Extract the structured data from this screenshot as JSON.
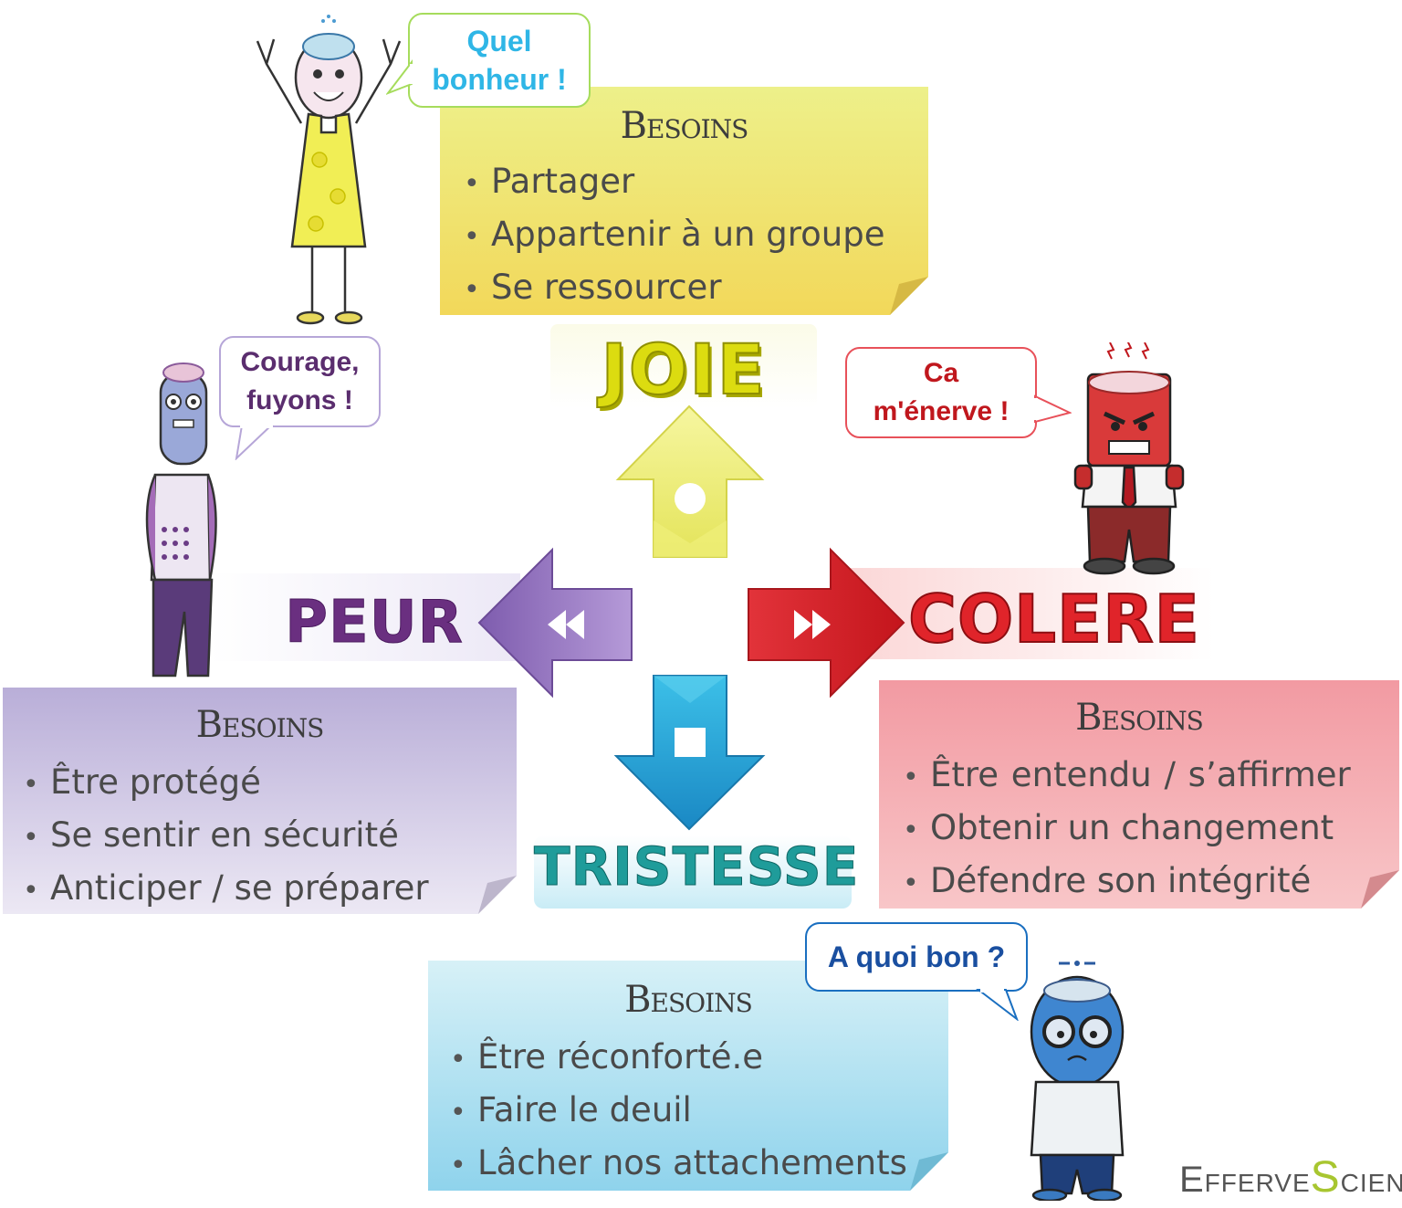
{
  "joie": {
    "label": "JOIE",
    "color": "#d8d800",
    "bubble": "Quel\nbonheur !",
    "bubble_color": "#2fb6e6",
    "needs_title": "Besoins",
    "needs": [
      "Partager",
      "Appartenir à un groupe",
      "Se ressourcer"
    ]
  },
  "peur": {
    "label": "PEUR",
    "color": "#6a2f80",
    "bubble": "Courage,\nfuyons !",
    "bubble_color": "#5a2d6e",
    "needs_title": "Besoins",
    "needs": [
      "Être protégé",
      "Se sentir en sécurité",
      "Anticiper / se préparer"
    ]
  },
  "colere": {
    "label": "COLERE",
    "color": "#e0242a",
    "bubble": "Ca\nm'énerve !",
    "bubble_color": "#c0171d",
    "needs_title": "Besoins",
    "needs": [
      "Être entendu / s’affirmer",
      "Obtenir un changement",
      "Défendre son intégrité"
    ]
  },
  "tristesse": {
    "label": "TRISTESSE",
    "color": "#1f9c9a",
    "bubble": "A quoi bon ?",
    "bubble_color": "#1a4fa0",
    "needs_title": "Besoins",
    "needs": [
      "Être réconforté.e",
      "Faire le deuil",
      "Lâcher nos attachements"
    ]
  },
  "logo": {
    "part1": "Efferve",
    "letter": "S",
    "part2": "cience",
    "letter_color": "#a8c630"
  }
}
